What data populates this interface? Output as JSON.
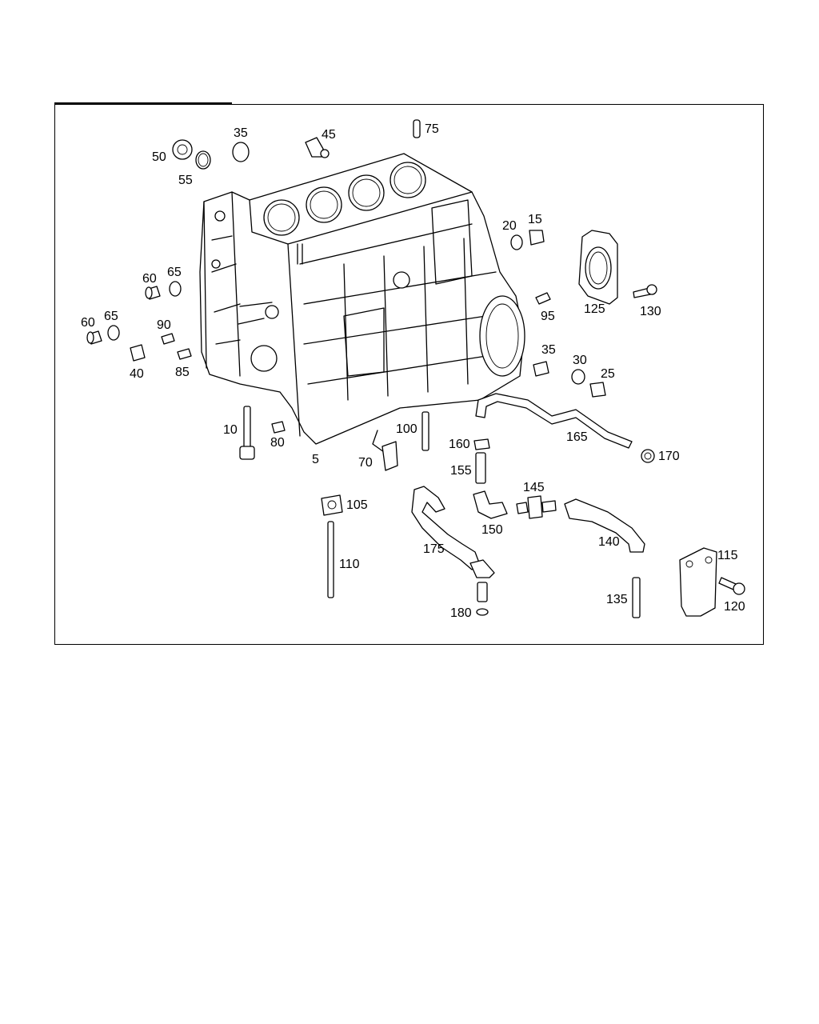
{
  "colors": {
    "line": "#000000",
    "background": "#ffffff"
  },
  "callouts": {
    "c5": "5",
    "c10": "10",
    "c15": "15",
    "c20": "20",
    "c25": "25",
    "c30": "30",
    "c35a": "35",
    "c35b": "35",
    "c40": "40",
    "c45": "45",
    "c50": "50",
    "c55": "55",
    "c60a": "60",
    "c60b": "60",
    "c65a": "65",
    "c65b": "65",
    "c70": "70",
    "c75": "75",
    "c80": "80",
    "c85": "85",
    "c90": "90",
    "c95": "95",
    "c100": "100",
    "c105": "105",
    "c110": "110",
    "c115": "115",
    "c120": "120",
    "c125": "125",
    "c130": "130",
    "c135": "135",
    "c140": "140",
    "c145": "145",
    "c150": "150",
    "c155": "155",
    "c160": "160",
    "c165": "165",
    "c170": "170",
    "c175": "175",
    "c180": "180"
  }
}
